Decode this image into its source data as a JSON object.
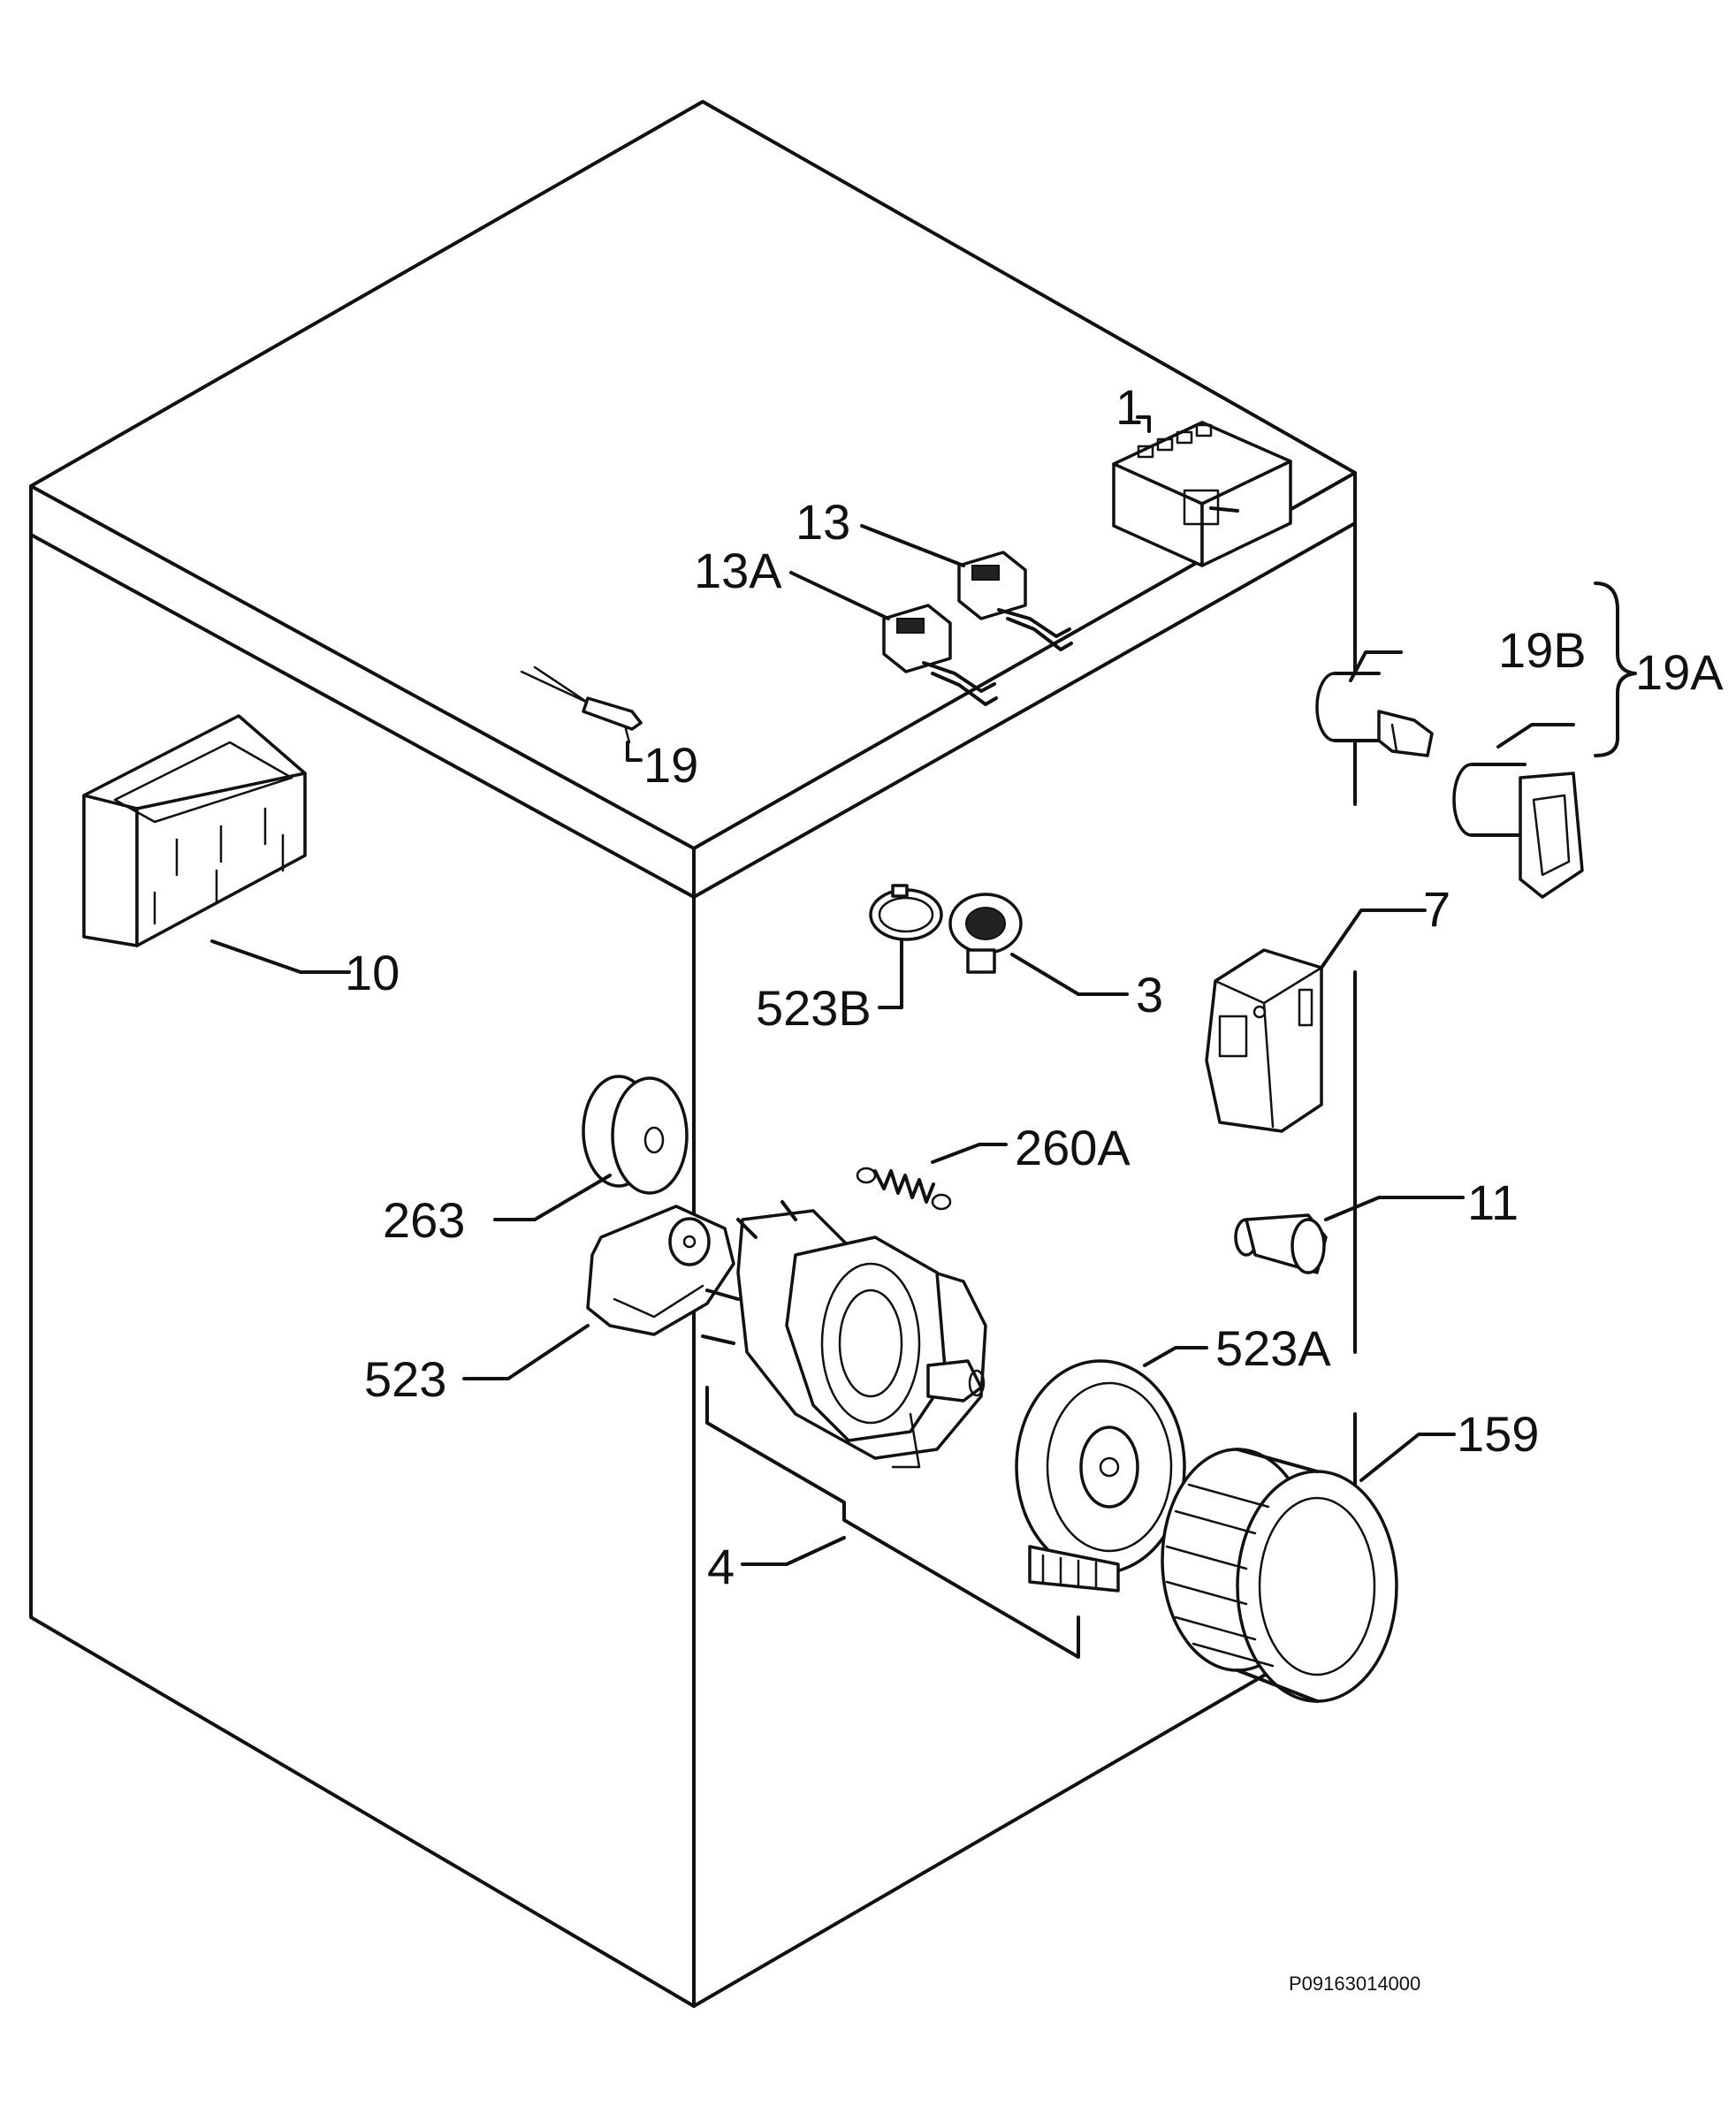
{
  "labels": {
    "l1": "1",
    "l13": "13",
    "l13a": "13A",
    "l19": "19",
    "l19b": "19B",
    "l19a": "19A",
    "l10": "10",
    "l7": "7",
    "l523b": "523B",
    "l3": "3",
    "l260a": "260A",
    "l263": "263",
    "l11": "11",
    "l523": "523",
    "l523a": "523A",
    "l159": "159",
    "l4": "4"
  },
  "reference_code": "P09163014000"
}
